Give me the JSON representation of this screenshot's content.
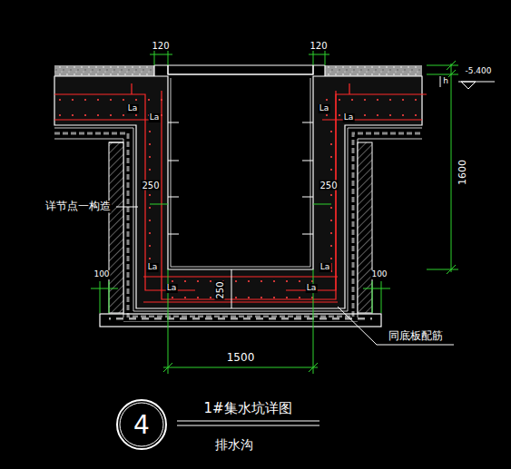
{
  "diagram": {
    "title": "1#集水坑详图",
    "caption": "排水沟",
    "nodes": [
      {
        "text": [
          "4"
        ]
      }
    ],
    "labels": [
      "120",
      "120",
      "-5.400",
      "h",
      "1600",
      "La",
      "La",
      "La",
      "La",
      "La",
      "La",
      "La",
      "La",
      "250",
      "250",
      "250",
      "详节点一构造",
      "100",
      "100",
      "1500",
      "同底板配筋"
    ]
  }
}
